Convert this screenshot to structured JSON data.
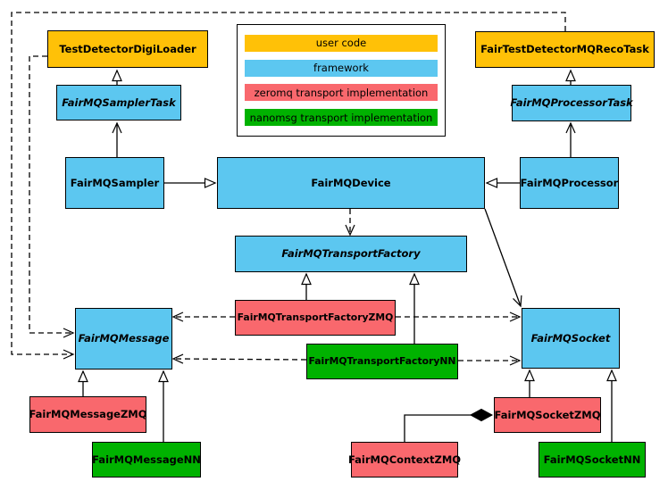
{
  "legend": {
    "items": [
      {
        "label": "user code",
        "color": "#FFC107"
      },
      {
        "label": "framework",
        "color": "#5CC7F0"
      },
      {
        "label": "zeromq transport implementation",
        "color": "#F9686D"
      },
      {
        "label": "nanomsg transport implementation",
        "color": "#00B200"
      }
    ]
  },
  "nodes": {
    "digiLoader": {
      "label": "TestDetectorDigiLoader",
      "category": "user code"
    },
    "recoTask": {
      "label": "FairTestDetectorMQRecoTask",
      "category": "user code"
    },
    "samplerTask": {
      "label": "FairMQSamplerTask",
      "category": "framework",
      "abstract": true
    },
    "processorTask": {
      "label": "FairMQProcessorTask",
      "category": "framework",
      "abstract": true
    },
    "sampler": {
      "label": "FairMQSampler",
      "category": "framework"
    },
    "device": {
      "label": "FairMQDevice",
      "category": "framework"
    },
    "processor": {
      "label": "FairMQProcessor",
      "category": "framework"
    },
    "factory": {
      "label": "FairMQTransportFactory",
      "category": "framework",
      "abstract": true
    },
    "factoryZMQ": {
      "label": "FairMQTransportFactoryZMQ",
      "category": "zeromq transport implementation"
    },
    "factoryNN": {
      "label": "FairMQTransportFactoryNN",
      "category": "nanomsg transport implementation"
    },
    "message": {
      "label": "FairMQMessage",
      "category": "framework",
      "abstract": true
    },
    "socket": {
      "label": "FairMQSocket",
      "category": "framework",
      "abstract": true
    },
    "messageZMQ": {
      "label": "FairMQMessageZMQ",
      "category": "zeromq transport implementation"
    },
    "messageNN": {
      "label": "FairMQMessageNN",
      "category": "nanomsg transport implementation"
    },
    "contextZMQ": {
      "label": "FairMQContextZMQ",
      "category": "zeromq transport implementation"
    },
    "socketZMQ": {
      "label": "FairMQSocketZMQ",
      "category": "zeromq transport implementation"
    },
    "socketNN": {
      "label": "FairMQSocketNN",
      "category": "nanomsg transport implementation"
    }
  },
  "relationships": [
    {
      "source": "FairMQSamplerTask",
      "target": "TestDetectorDigiLoader",
      "line": "solid",
      "head": "hollow-triangle"
    },
    {
      "source": "FairMQProcessorTask",
      "target": "FairTestDetectorMQRecoTask",
      "line": "solid",
      "head": "hollow-triangle"
    },
    {
      "source": "FairMQSampler",
      "target": "FairMQSamplerTask",
      "line": "solid",
      "head": "open-arrow"
    },
    {
      "source": "FairMQProcessor",
      "target": "FairMQProcessorTask",
      "line": "solid",
      "head": "open-arrow"
    },
    {
      "source": "FairMQSampler",
      "target": "FairMQDevice",
      "line": "solid",
      "head": "hollow-triangle"
    },
    {
      "source": "FairMQProcessor",
      "target": "FairMQDevice",
      "line": "solid",
      "head": "hollow-triangle"
    },
    {
      "source": "FairMQDevice",
      "target": "FairMQTransportFactory",
      "line": "dashed",
      "head": "open-arrow"
    },
    {
      "source": "FairMQDevice",
      "target": "FairMQSocket",
      "line": "solid",
      "head": "open-arrow"
    },
    {
      "source": "FairMQTransportFactoryZMQ",
      "target": "FairMQTransportFactory",
      "line": "solid",
      "head": "hollow-triangle"
    },
    {
      "source": "FairMQTransportFactoryNN",
      "target": "FairMQTransportFactory",
      "line": "solid",
      "head": "hollow-triangle"
    },
    {
      "source": "FairMQTransportFactoryZMQ",
      "target": "FairMQMessage",
      "line": "dashed",
      "head": "open-arrow"
    },
    {
      "source": "FairMQTransportFactoryZMQ",
      "target": "FairMQSocket",
      "line": "dashed",
      "head": "open-arrow"
    },
    {
      "source": "FairMQTransportFactoryNN",
      "target": "FairMQMessage",
      "line": "dashed",
      "head": "open-arrow"
    },
    {
      "source": "FairMQTransportFactoryNN",
      "target": "FairMQSocket",
      "line": "dashed",
      "head": "open-arrow"
    },
    {
      "source": "TestDetectorDigiLoader",
      "target": "FairMQMessage",
      "line": "dashed",
      "head": "open-arrow"
    },
    {
      "source": "FairTestDetectorMQRecoTask",
      "target": "FairMQMessage",
      "line": "dashed",
      "head": "open-arrow"
    },
    {
      "source": "FairMQMessageZMQ",
      "target": "FairMQMessage",
      "line": "solid",
      "head": "hollow-triangle"
    },
    {
      "source": "FairMQMessageNN",
      "target": "FairMQMessage",
      "line": "solid",
      "head": "hollow-triangle"
    },
    {
      "source": "FairMQSocketZMQ",
      "target": "FairMQSocket",
      "line": "solid",
      "head": "hollow-triangle"
    },
    {
      "source": "FairMQSocketNN",
      "target": "FairMQSocket",
      "line": "solid",
      "head": "hollow-triangle"
    },
    {
      "source": "FairMQContextZMQ",
      "target": "FairMQSocketZMQ",
      "line": "solid",
      "head": "filled-diamond"
    }
  ]
}
